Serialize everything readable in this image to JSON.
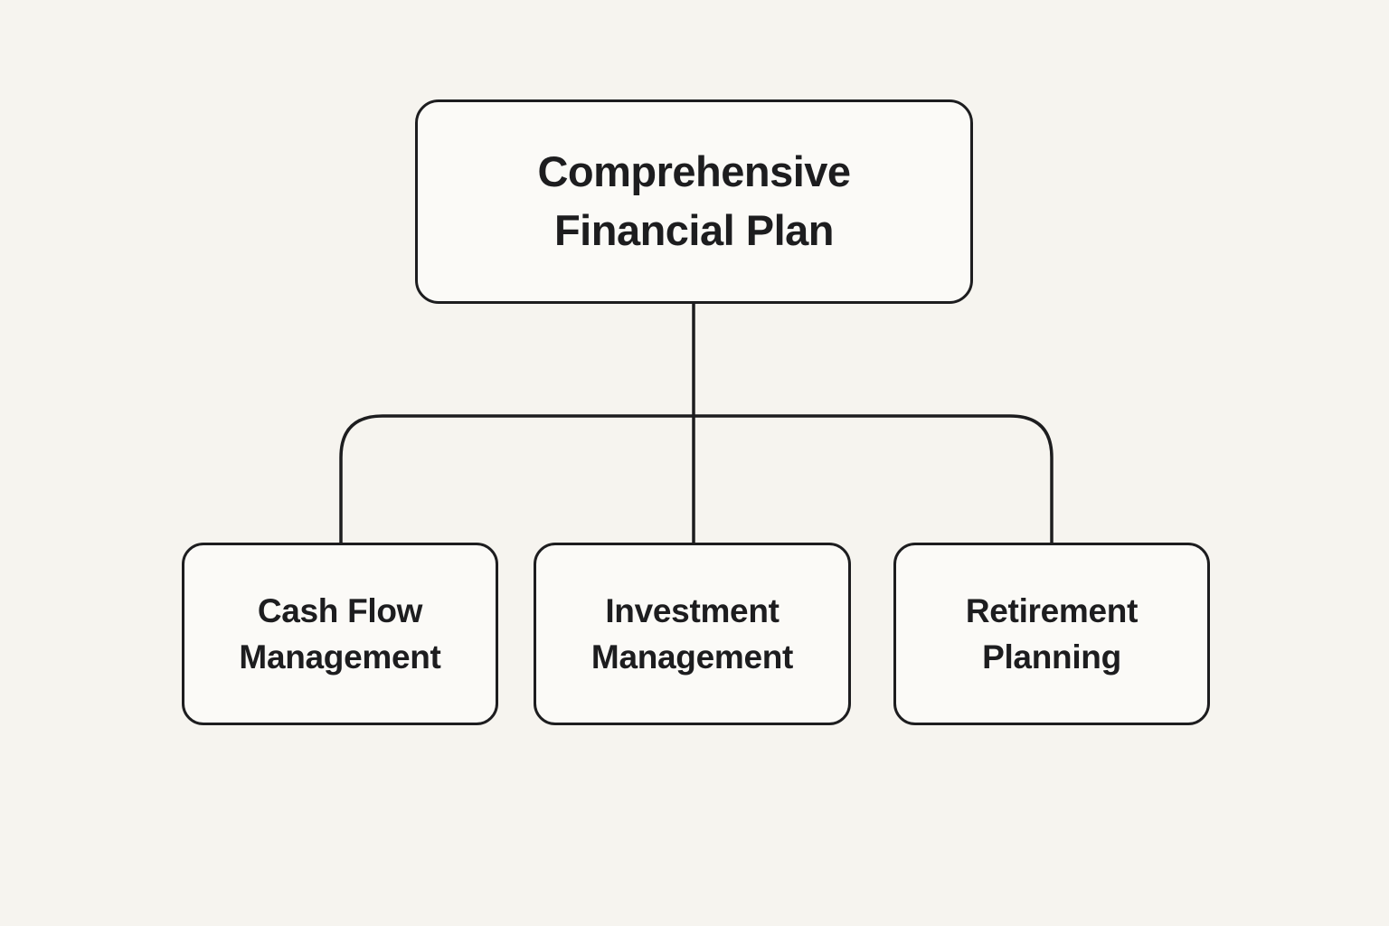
{
  "diagram": {
    "type": "org-chart",
    "root": {
      "label": "Comprehensive Financial Plan"
    },
    "children": [
      {
        "label": "Cash Flow Management"
      },
      {
        "label": "Investment Management"
      },
      {
        "label": "Retirement Planning"
      }
    ],
    "colors": {
      "background": "#f6f4ef",
      "box_fill": "#fbfaf7",
      "line": "#1d1d1f",
      "text": "#1d1d1f"
    }
  }
}
